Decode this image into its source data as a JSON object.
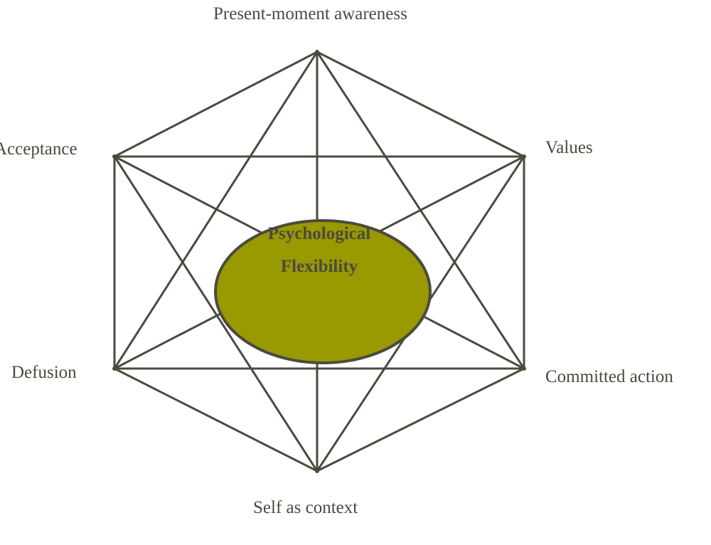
{
  "diagram": {
    "type": "hexaflex",
    "center": {
      "line1": "Psychological",
      "line2": "Flexibility",
      "fill_color": "#999900"
    },
    "line_color": "#4b4a3f",
    "nodes": [
      {
        "id": "top",
        "label": "Present-moment awareness"
      },
      {
        "id": "upper-right",
        "label": "Values"
      },
      {
        "id": "lower-right",
        "label": "Committed action"
      },
      {
        "id": "bottom",
        "label": "Self as context"
      },
      {
        "id": "lower-left",
        "label": "Defusion"
      },
      {
        "id": "upper-left",
        "label": "Acceptance"
      }
    ]
  }
}
